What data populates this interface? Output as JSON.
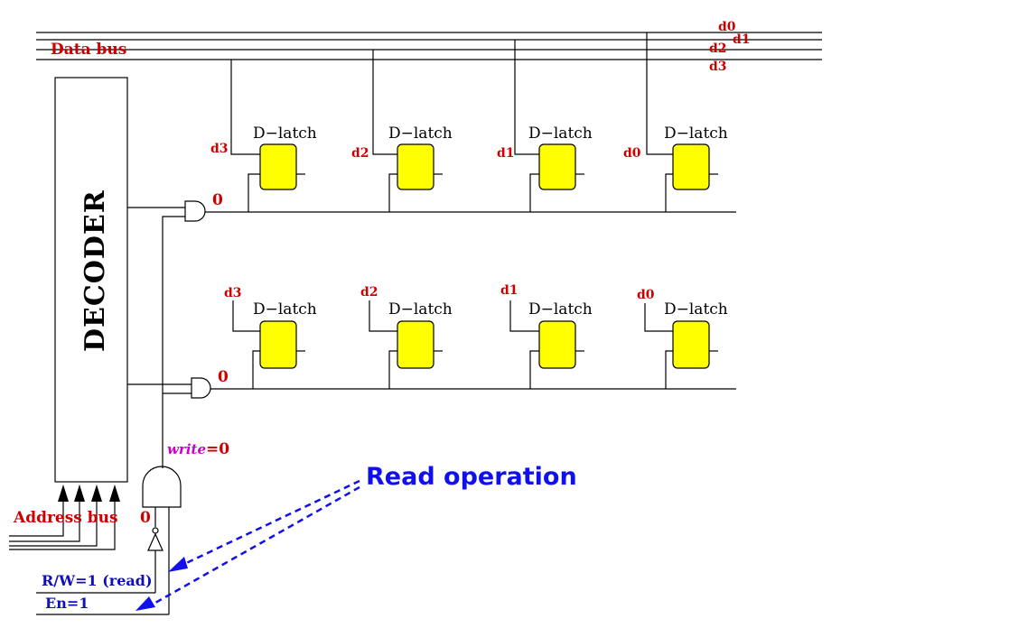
{
  "data_bus": {
    "label": "Data bus",
    "lines": [
      "d0",
      "d1",
      "d2",
      "d3"
    ]
  },
  "decoder": {
    "label": "DECODER"
  },
  "latch_title": "D−latch",
  "rows": [
    {
      "and_output": "0",
      "inputs": [
        "d3",
        "d2",
        "d1",
        "d0"
      ]
    },
    {
      "and_output": "0",
      "inputs": [
        "d3",
        "d2",
        "d1",
        "d0"
      ]
    }
  ],
  "write": {
    "signal": "write",
    "value": "=0"
  },
  "address_bus": {
    "label": "Address bus",
    "value": "0"
  },
  "controls": {
    "rw": "R/W=1 (read)",
    "en": "En=1"
  },
  "annotation": "Read operation",
  "colors": {
    "label_red": "#cc0000",
    "latch_fill": "#ffff00",
    "annotation_blue": "#1010ee",
    "write_magenta": "#cc00cc"
  }
}
